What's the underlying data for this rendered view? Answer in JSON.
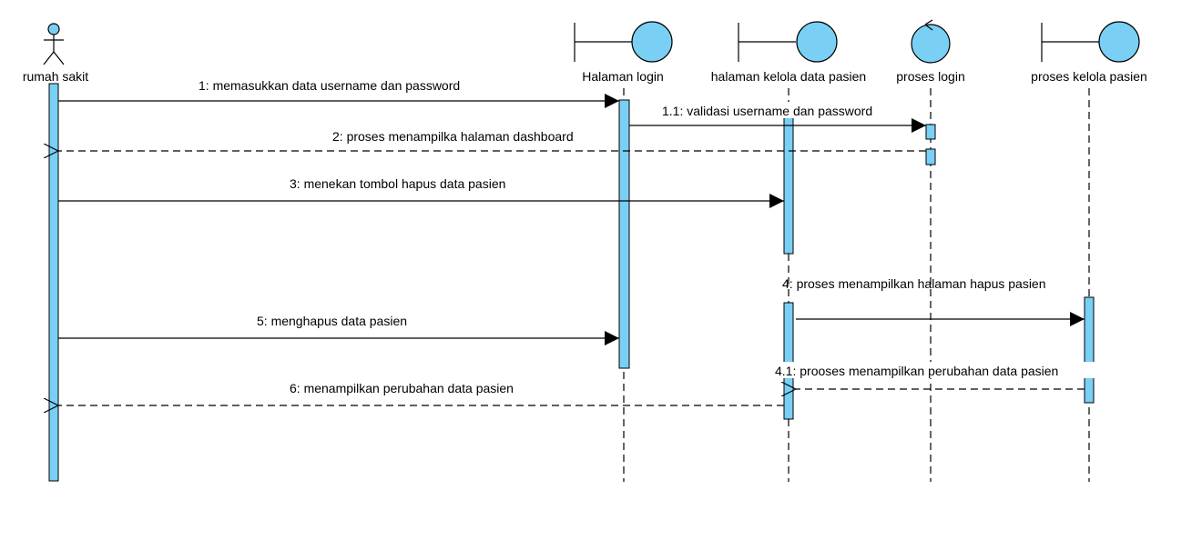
{
  "colors": {
    "fill": "#7acff5",
    "stroke": "#000000",
    "background": "#ffffff"
  },
  "participants": [
    {
      "id": "actor",
      "kind": "actor",
      "label": "rumah sakit"
    },
    {
      "id": "halaman-login",
      "kind": "boundary",
      "label": "Halaman login"
    },
    {
      "id": "halaman-kelola",
      "kind": "boundary",
      "label": "halaman kelola data pasien"
    },
    {
      "id": "proses-login",
      "kind": "control",
      "label": "proses login"
    },
    {
      "id": "proses-kelola",
      "kind": "boundary",
      "label": "proses kelola pasien"
    }
  ],
  "messages": [
    {
      "label": "1: memasukkan data username dan password",
      "style": "sync"
    },
    {
      "label": "1.1: validasi username dan  password",
      "style": "sync"
    },
    {
      "label": "2: proses menampilka halaman dashboard",
      "style": "return"
    },
    {
      "label": "3: menekan tombol hapus data pasien",
      "style": "sync"
    },
    {
      "label": "4: proses menampilkan halaman hapus pasien",
      "style": "sync"
    },
    {
      "label": "5: menghapus data pasien",
      "style": "sync"
    },
    {
      "label": "4.1: prooses menampilkan perubahan data pasien",
      "style": "return"
    },
    {
      "label": "6: menampilkan perubahan data pasien",
      "style": "return"
    }
  ]
}
